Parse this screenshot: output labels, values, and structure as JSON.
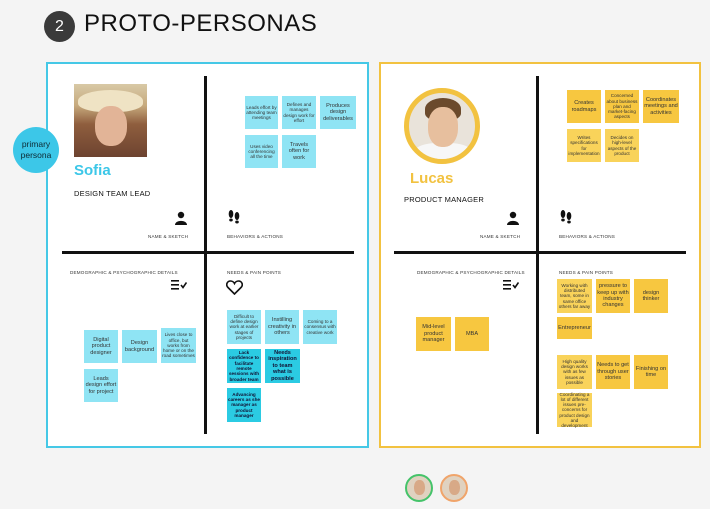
{
  "header": {
    "step_number": "2",
    "title": "PROTO-PERSONAS"
  },
  "sofia": {
    "badge": "primary persona",
    "name": "Sofia",
    "role": "DESIGN TEAM LEAD",
    "quadrant_labels": {
      "name_sketch": "NAME & SKETCH",
      "behaviors": "BEHAVIORS & ACTIONS",
      "demographic": "DEMOGRAPHIC & PSYCHOGRAPHIC DETAILS",
      "needs": "NEEDS & PAIN POINTS"
    },
    "behaviors_notes": [
      "Leads effort by attending team meetings",
      "Defines and manages design work for effort",
      "Produces design deliverables",
      "Uses video conferencing all the time",
      "Travels often for work"
    ],
    "demographic_notes": [
      "Digital product designer",
      "Design background",
      "Lives close to office, but works from home or on the road sometimes",
      "Leads design effort for project"
    ],
    "needs_notes": [
      "Difficult to define design work at earlier stages of projects",
      "Instilling creativity in others",
      "Coming to a consensus with creative work",
      "Lack confidence to facilitate remote sessions with broader team",
      "Needs inspiration to team what is possible",
      "Advancing careers as she manager as product manager"
    ]
  },
  "lucas": {
    "name": "Lucas",
    "role": "PRODUCT MANAGER",
    "quadrant_labels": {
      "name_sketch": "NAME & SKETCH",
      "behaviors": "BEHAVIORS & ACTIONS",
      "demographic": "DEMOGRAPHIC & PSYCHOGRAPHIC DETAILS",
      "needs": "NEEDS & PAIN POINTS"
    },
    "behaviors_notes": [
      "Creates roadmaps",
      "Concerned about business plan and market-facing aspects",
      "Coordinates meetings and activities",
      "Writes specifications for implementation",
      "Decides on high-level aspects of the product"
    ],
    "demographic_notes": [
      "Mid-level product manager",
      "MBA"
    ],
    "needs_notes": [
      "Working with distributed team, some in same office others far away",
      "pressure to keep up with industry changes",
      "design thinker",
      "Entrepreneur",
      "High quality design works with as few issues as possible",
      "Needs to get through user stories",
      "Finishing on time",
      "Coordinating a lot of different issues pre-concerns for product design and development"
    ]
  },
  "colors": {
    "sofia_accent": "#45c8e6",
    "lucas_accent": "#f2c240"
  },
  "icons": {
    "person": "person-icon",
    "footsteps": "footsteps-icon",
    "checklist": "checklist-icon",
    "heart": "heart-icon"
  }
}
